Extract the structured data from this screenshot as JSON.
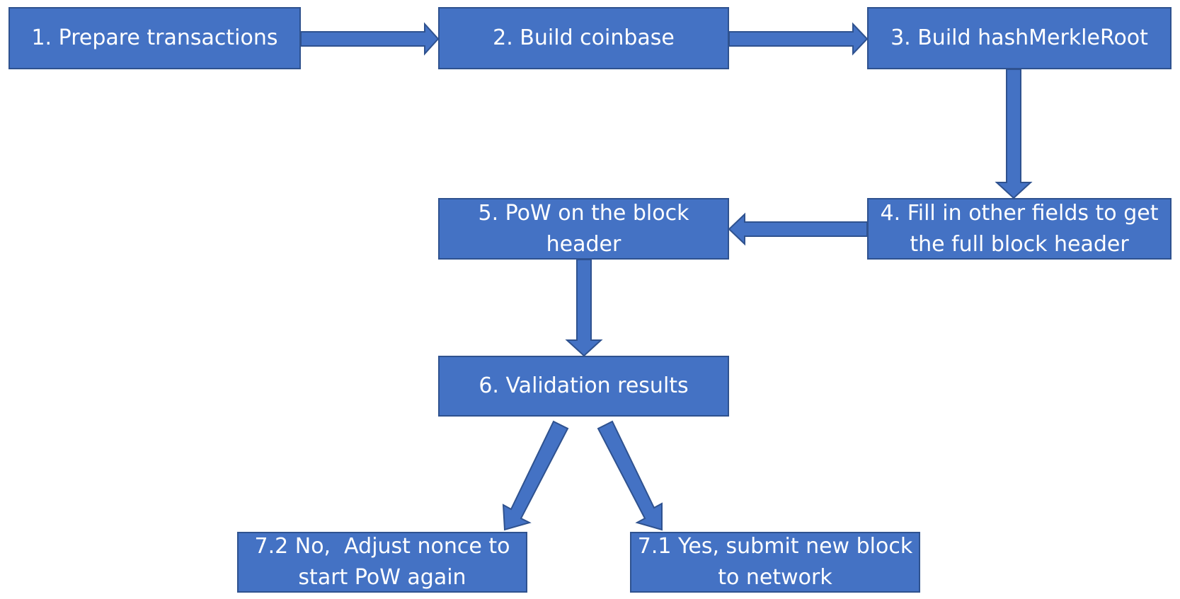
{
  "diagram": {
    "fill_color": "#4472c4",
    "border_color": "#2f528f",
    "text_color": "#ffffff",
    "nodes": {
      "prepare": {
        "label": "1. Prepare transactions"
      },
      "coinbase": {
        "label": "2. Build coinbase"
      },
      "merkle": {
        "label": "3. Build hashMerkleRoot"
      },
      "fill_header": {
        "label": "4. Fill in other fields to get the full block header"
      },
      "pow": {
        "label": "5. PoW on the block header"
      },
      "validation": {
        "label": "6. Validation results"
      },
      "yes_submit": {
        "label": "7.1 Yes, submit new block to network"
      },
      "no_adjust": {
        "label": "7.2 No,  Adjust nonce to start PoW again"
      }
    },
    "edges": [
      {
        "from": "prepare",
        "to": "coinbase"
      },
      {
        "from": "coinbase",
        "to": "merkle"
      },
      {
        "from": "merkle",
        "to": "fill_header"
      },
      {
        "from": "fill_header",
        "to": "pow"
      },
      {
        "from": "pow",
        "to": "validation"
      },
      {
        "from": "validation",
        "to": "no_adjust"
      },
      {
        "from": "validation",
        "to": "yes_submit"
      }
    ]
  }
}
